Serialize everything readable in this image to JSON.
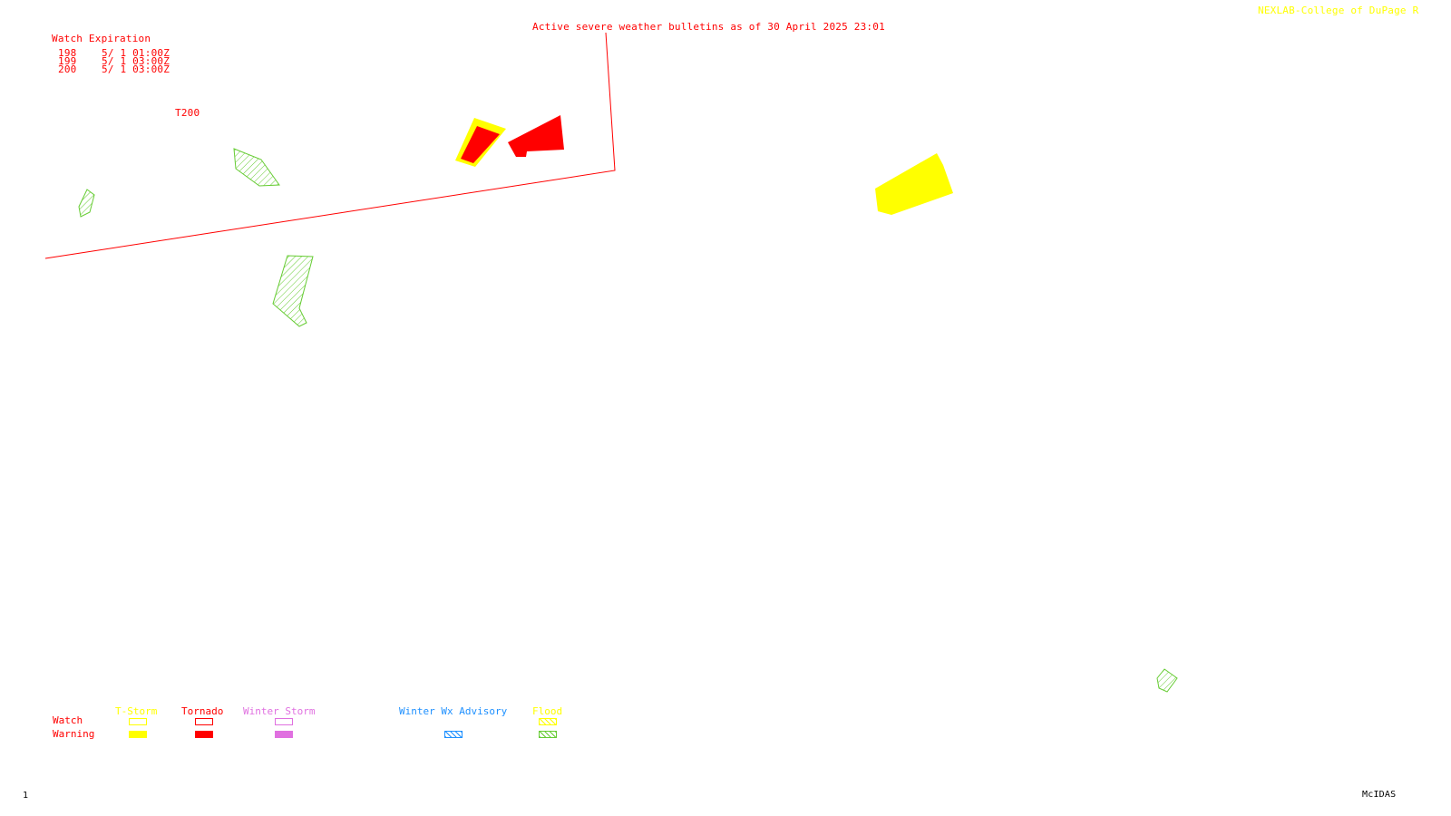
{
  "header": {
    "bulletin_title": "Active severe weather bulletins as of 30 April 2025 23:01",
    "credit": "NEXLAB-College of DuPage R"
  },
  "watch_expiration": {
    "heading": "Watch Expiration",
    "rows": [
      {
        "id": "198",
        "time": "5/ 1 01:00Z"
      },
      {
        "id": "199",
        "time": "5/ 1 03:00Z"
      },
      {
        "id": "200",
        "time": "5/ 1 03:00Z"
      }
    ]
  },
  "map": {
    "watch_label": "T200"
  },
  "legend": {
    "row_watch": "Watch",
    "row_warning": "Warning",
    "categories": [
      {
        "label": "T-Storm",
        "color": "#ffff00"
      },
      {
        "label": "Tornado",
        "color": "#ff0000"
      },
      {
        "label": "Winter Storm",
        "color": "#e070e0"
      },
      {
        "label": "Winter Wx Advisory",
        "color": "#1e90ff"
      },
      {
        "label": "Flood",
        "color": "#ffff00"
      }
    ]
  },
  "footer": {
    "frame_number": "1",
    "software": "McIDAS"
  },
  "colors": {
    "watch_outline": "#ff0000",
    "tstorm_warning": "#ffff00",
    "tornado_warning": "#ff0000",
    "flood_warning": "#66cc33"
  }
}
